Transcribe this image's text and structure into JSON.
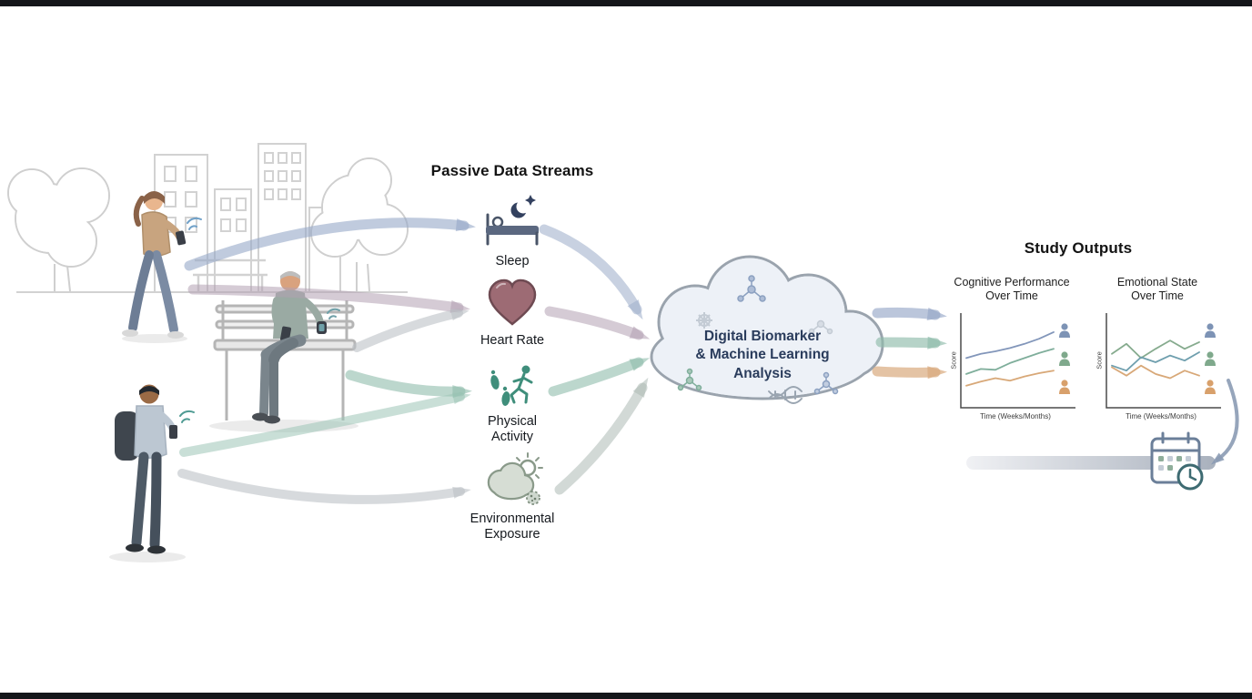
{
  "diagram": {
    "passive_title": "Passive Data Streams",
    "streams": [
      {
        "id": "sleep",
        "label": "Sleep",
        "icon": "sleep-bed-moon-icon"
      },
      {
        "id": "heart-rate",
        "label": "Heart Rate",
        "icon": "heart-icon"
      },
      {
        "id": "physical-activity",
        "label": "Physical Activity",
        "icon": "running-footprints-icon"
      },
      {
        "id": "environmental-exposure",
        "label": "Environmental Exposure",
        "icon": "cloud-sun-pollen-icon"
      }
    ],
    "cloud_label": "Digital Biomarker\n& Machine Learning\nAnalysis",
    "outputs_title": "Study Outputs",
    "output_charts": [
      {
        "title": "Cognitive Performance\nOver Time",
        "ylabel": "Score",
        "xlabel": "Time (Weeks/Months)"
      },
      {
        "title": "Emotional State\nOver Time",
        "ylabel": "Score",
        "xlabel": "Time (Weeks/Months)"
      }
    ],
    "scene_elements": {
      "people": [
        "woman-walking-with-phone",
        "man-on-bench-with-phone-and-smartwatch",
        "man-with-backpack-and-phone"
      ],
      "background": [
        "city-skyline-sketch",
        "trees-sketch",
        "park-bench"
      ],
      "timeline_icon": "calendar-clock-icon"
    }
  },
  "colors": {
    "arrow_blue": "#96a8c8",
    "arrow_mauve": "#b2a0b2",
    "arrow_teal": "#8fbcab",
    "arrow_gray": "#bcc1c6",
    "arrow_orange": "#d9a97e",
    "cloud_fill": "#edf1f7",
    "cloud_stroke": "#9aa3ad",
    "cloud_text": "#2a3c5c",
    "sketch_gray": "#d2d2d2",
    "icon_teal": "#3f8e7b",
    "icon_navy": "#33415f",
    "heart_fill": "#9d6b74"
  },
  "chart_data": [
    {
      "type": "line",
      "title": "Cognitive Performance Over Time",
      "xlabel": "Time (Weeks/Months)",
      "ylabel": "Score",
      "ylim": [
        0,
        100
      ],
      "x": [
        0,
        1,
        2,
        3,
        4,
        5,
        6
      ],
      "grid": false,
      "legend": "participant person icons at right of lines",
      "series": [
        {
          "name": "Participant blue",
          "color": "#8296ba",
          "icon_color": "#7d93b5",
          "values": [
            55,
            60,
            63,
            67,
            72,
            78,
            86
          ]
        },
        {
          "name": "Participant green",
          "color": "#7fae9b",
          "icon_color": "#7fa98c",
          "values": [
            36,
            42,
            41,
            49,
            55,
            61,
            66
          ]
        },
        {
          "name": "Participant orange",
          "color": "#d8a878",
          "icon_color": "#d8a06b",
          "values": [
            22,
            27,
            31,
            28,
            33,
            37,
            40
          ]
        }
      ]
    },
    {
      "type": "line",
      "title": "Emotional State Over Time",
      "xlabel": "Time (Weeks/Months)",
      "ylabel": "Score",
      "ylim": [
        0,
        100
      ],
      "x": [
        0,
        1,
        2,
        3,
        4,
        5,
        6
      ],
      "grid": false,
      "legend": "participant person icons at right of lines",
      "series": [
        {
          "name": "Participant green",
          "color": "#86ab8e",
          "icon_color": "#7d93b5",
          "values": [
            60,
            72,
            55,
            66,
            76,
            66,
            74
          ]
        },
        {
          "name": "Participant teal",
          "color": "#6f9fae",
          "icon_color": "#7fa98c",
          "values": [
            46,
            40,
            56,
            50,
            58,
            52,
            62
          ]
        },
        {
          "name": "Participant orange",
          "color": "#d8a878",
          "icon_color": "#d8a06b",
          "values": [
            44,
            34,
            46,
            36,
            31,
            40,
            34
          ]
        }
      ]
    }
  ]
}
